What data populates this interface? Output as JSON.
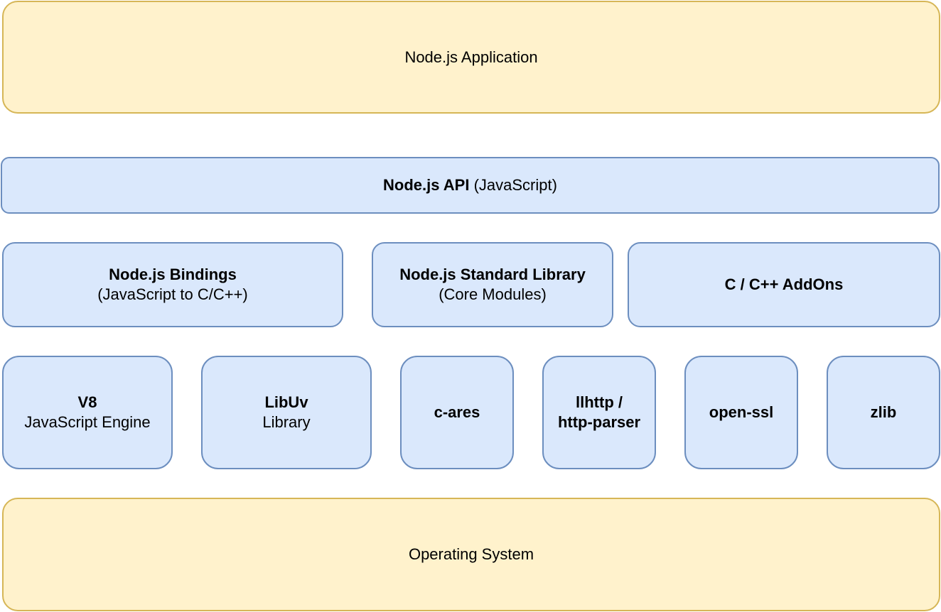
{
  "layers": {
    "application": {
      "label": "Node.js Application"
    },
    "api": {
      "label_bold": "Node.js API",
      "label_rest": " (JavaScript)"
    },
    "bindings": {
      "title": "Node.js Bindings",
      "subtitle": "(JavaScript to C/C++)"
    },
    "stdlib": {
      "title": "Node.js Standard Library",
      "subtitle": "(Core Modules)"
    },
    "addons": {
      "title": "C / C++ AddOns"
    },
    "v8": {
      "title": "V8",
      "subtitle": "JavaScript Engine"
    },
    "libuv": {
      "title": "LibUv",
      "subtitle": "Library"
    },
    "cares": {
      "title": "c-ares"
    },
    "llhttp": {
      "line1": "llhttp /",
      "line2": "http-parser"
    },
    "openssl": {
      "title": "open-ssl"
    },
    "zlib": {
      "title": "zlib"
    },
    "os": {
      "label": "Operating System"
    }
  },
  "colors": {
    "outer_fill": "#fff2cc",
    "outer_stroke": "#d6b656",
    "inner_fill": "#dae8fc",
    "inner_stroke": "#6c8ebf"
  }
}
